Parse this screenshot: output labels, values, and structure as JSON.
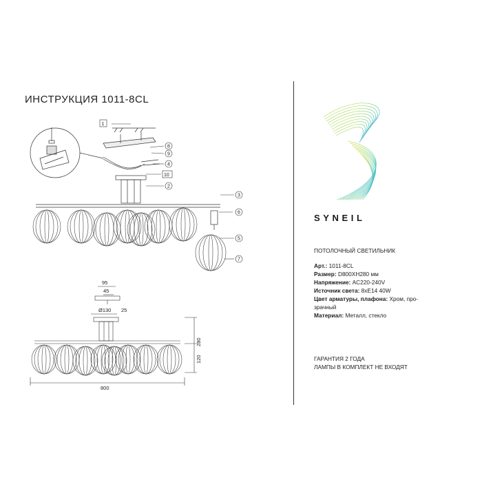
{
  "title": "ИНСТРУКЦИЯ 1011-8CL",
  "brand": "SYNEIL",
  "product_type": "ПОТОЛОЧНЫЙ СВЕТИЛЬНИК",
  "specs": {
    "art_label": "Арт.:",
    "art_value": "1011-8CL",
    "size_label": "Размер:",
    "size_value": "D800XH280 мм",
    "voltage_label": "Напряжение:",
    "voltage_value": "AC220-240V",
    "source_label": "Источник света:",
    "source_value": "8xE14 40W",
    "color_label": "Цвет арматуры, плафона:",
    "color_value": "Хром, про-",
    "color_value_cont": "зрачный",
    "material_label": "Материал:",
    "material_value": "Металл, стекло"
  },
  "warranty": "ГАРАНТИЯ 2 ГОДА",
  "lamps_note": "ЛАМПЫ В КОМПЛЕКТ НЕ ВХОДЯТ",
  "callouts": [
    "1",
    "2",
    "3",
    "4",
    "5",
    "6",
    "7",
    "8",
    "9",
    "10"
  ],
  "dimensions": {
    "top_width": "95",
    "inner_width": "45",
    "diameter": "Ø130",
    "stem": "25",
    "overall_height": "280",
    "lower_height": "120",
    "overall_width": "800"
  },
  "colors": {
    "logo_gradient": [
      "#f2e24a",
      "#a8dc6e",
      "#5cc9b8",
      "#3fa9e0"
    ],
    "line": "#333333"
  }
}
